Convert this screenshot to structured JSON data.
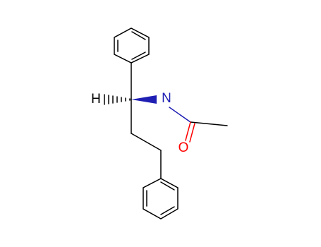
{
  "molecule": {
    "atoms": [
      {
        "id": "H",
        "label": "H",
        "element": "H",
        "color": "#000000"
      },
      {
        "id": "N",
        "label": "N",
        "element": "N",
        "color": "#1f1fb4"
      },
      {
        "id": "O",
        "label": "O",
        "element": "O",
        "color": "#ff0000"
      }
    ],
    "colors": {
      "bond": "#000000",
      "nitrogen": "#1f1fb4",
      "oxygen": "#ff0000",
      "background": "#ffffff"
    }
  }
}
